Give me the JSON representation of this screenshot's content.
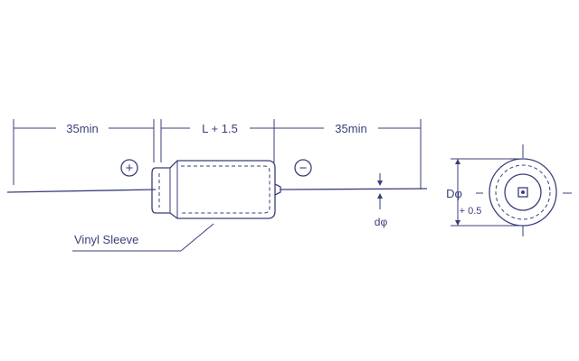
{
  "labels": {
    "left_lead_length": "35min",
    "body_length": "L + 1.5",
    "right_lead_length": "35min",
    "positive_sign": "+",
    "negative_sign": "−",
    "lead_diameter": "dφ",
    "sleeve": "Vinyl Sleeve",
    "diameter": "Dφ",
    "diameter_tolerance": "+ 0.5"
  },
  "colors": {
    "ink": "#3a3f7a",
    "background": "#ffffff"
  }
}
